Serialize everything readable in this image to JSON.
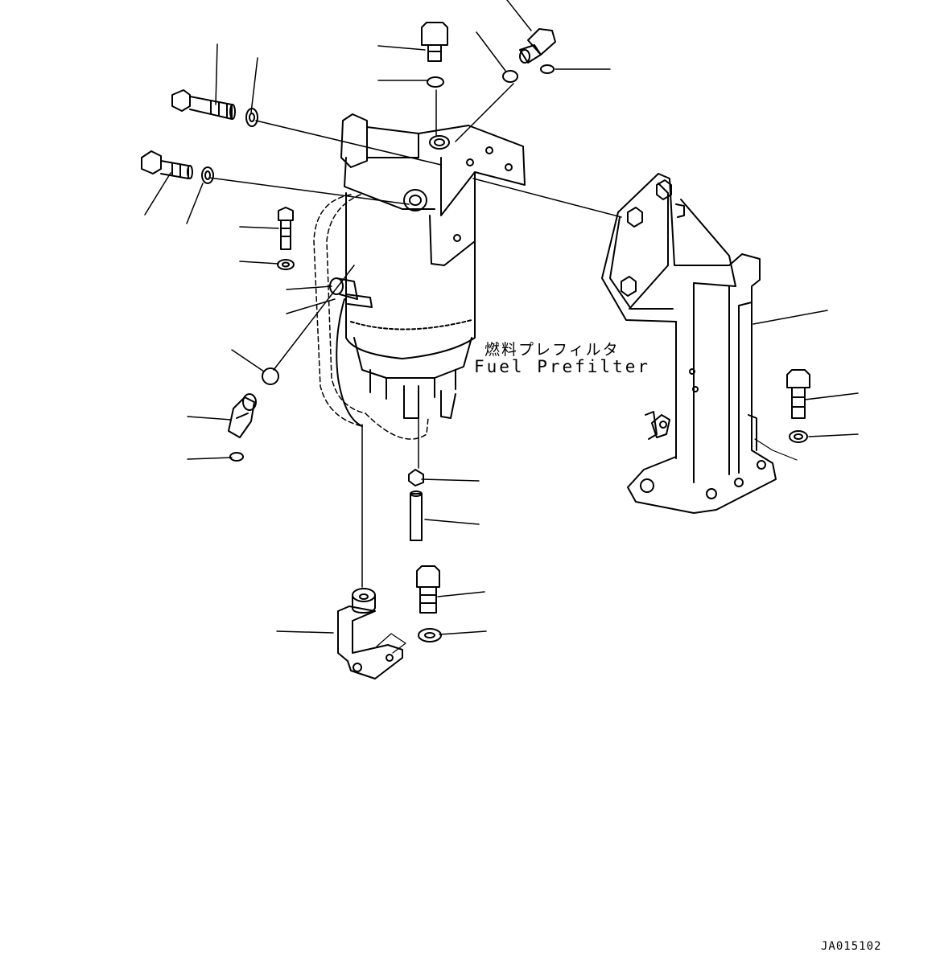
{
  "diagram": {
    "labels": {
      "component_jp": "燃料プレフィルタ",
      "component_en": "Fuel Prefilter",
      "drawing_code": "JA015102"
    },
    "colors": {
      "line": "#000000",
      "background": "#ffffff"
    }
  }
}
